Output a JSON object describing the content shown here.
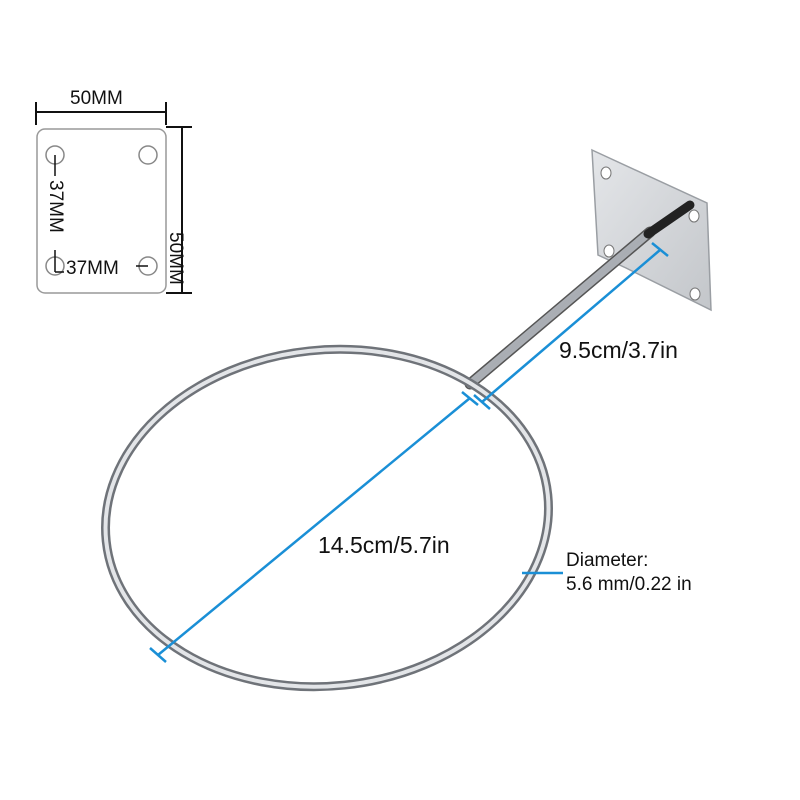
{
  "plate_diagram": {
    "width_label": "50MM",
    "height_label": "50MM",
    "hole_vertical_label": "37MM",
    "hole_horizontal_label": "37MM"
  },
  "dimensions": {
    "rod_length": "9.5cm/3.7in",
    "ring_diameter": "14.5cm/5.7in",
    "wire_diameter_title": "Diameter:",
    "wire_diameter_value": "5.6 mm/0.22 in"
  },
  "colors": {
    "dimension_line": "#1a8fd6",
    "metal": "#b8bcc2"
  }
}
